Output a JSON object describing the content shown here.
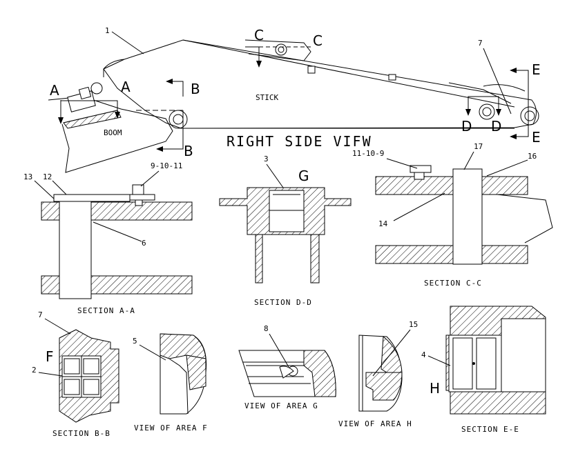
{
  "title": "RIGHT SIDE VIFW",
  "part_labels": {
    "stick": "STICK",
    "boom": "BOOM"
  },
  "section_markers": {
    "a": "A",
    "b": "B",
    "c": "C",
    "d": "D",
    "e": "E",
    "f": "F",
    "g": "G",
    "h": "H"
  },
  "callouts": {
    "n1": "1",
    "n2": "2",
    "n3": "3",
    "n4": "4",
    "n5": "5",
    "n6": "6",
    "n7": "7",
    "n8": "8",
    "n12": "12",
    "n13": "13",
    "n14": "14",
    "n15": "15",
    "n16": "16",
    "n17": "17",
    "bolt_group_a": "9-10-11",
    "bolt_group_c": "11-10-9"
  },
  "captions": {
    "section_aa": "SECTION A-A",
    "section_dd": "SECTION D-D",
    "section_cc": "SECTION C-C",
    "section_bb": "SECTION B-B",
    "view_f": "VIEW OF AREA F",
    "view_g": "VIEW OF AREA G",
    "view_h": "VIEW OF AREA H",
    "section_ee": "SECTION E-E"
  }
}
